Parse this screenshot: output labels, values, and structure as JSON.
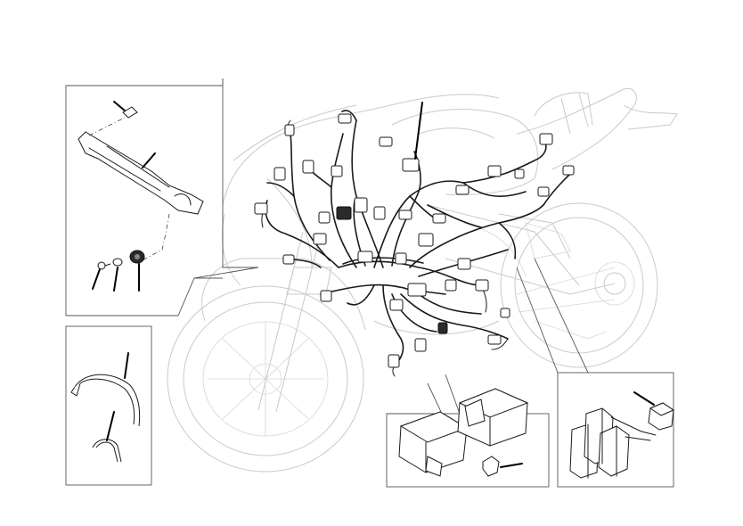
{
  "figure": {
    "kind": "exploded-parts-diagram",
    "subject": "motorcycle-wiring-harness",
    "line_color": "#1a1a1a",
    "ghost_color": "#c9c9c9",
    "background": "#ffffff"
  },
  "insets": [
    {
      "name": "bracket-detail",
      "parts": [
        "screw",
        "bracket",
        "bolt",
        "washer",
        "rubber-grommet"
      ]
    },
    {
      "name": "cable-ties",
      "parts": [
        "long-tie-clip",
        "short-tie-clip"
      ]
    },
    {
      "name": "control-units",
      "parts": [
        "control-unit-rear",
        "control-unit-front",
        "blade-fuse"
      ]
    },
    {
      "name": "relays",
      "parts": [
        "relay-bank",
        "relay"
      ]
    }
  ]
}
